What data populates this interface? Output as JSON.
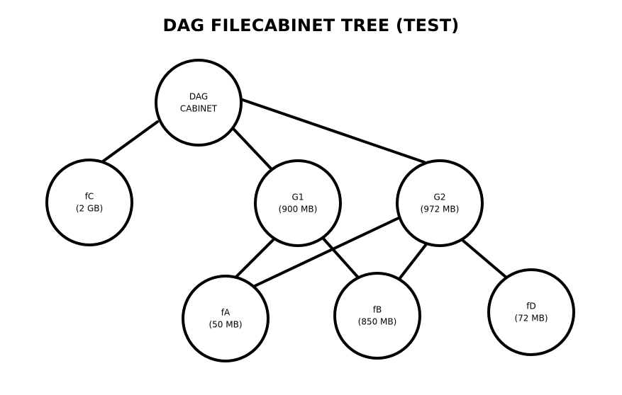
{
  "title": "DAG FILECABINET TREE (TEST)",
  "nodes": [
    {
      "id": "cabinet",
      "lines": [
        "DAG",
        "CABINET"
      ]
    },
    {
      "id": "fc",
      "lines": [
        "fC",
        "(2 GB)"
      ]
    },
    {
      "id": "g1",
      "lines": [
        "G1",
        "(900 MB)"
      ]
    },
    {
      "id": "g2",
      "lines": [
        "G2",
        "(972 MB)"
      ]
    },
    {
      "id": "fa",
      "lines": [
        "fA",
        "(50 MB)"
      ]
    },
    {
      "id": "fb",
      "lines": [
        "fB",
        "(850 MB)"
      ]
    },
    {
      "id": "fd",
      "lines": [
        "fD",
        "(72 MB)"
      ]
    }
  ],
  "edges": [
    {
      "from": "cabinet",
      "to": "fc"
    },
    {
      "from": "cabinet",
      "to": "g1"
    },
    {
      "from": "cabinet",
      "to": "g2"
    },
    {
      "from": "g1",
      "to": "fa"
    },
    {
      "from": "g1",
      "to": "fb"
    },
    {
      "from": "g2",
      "to": "fa"
    },
    {
      "from": "g2",
      "to": "fb"
    },
    {
      "from": "g2",
      "to": "fd"
    }
  ]
}
